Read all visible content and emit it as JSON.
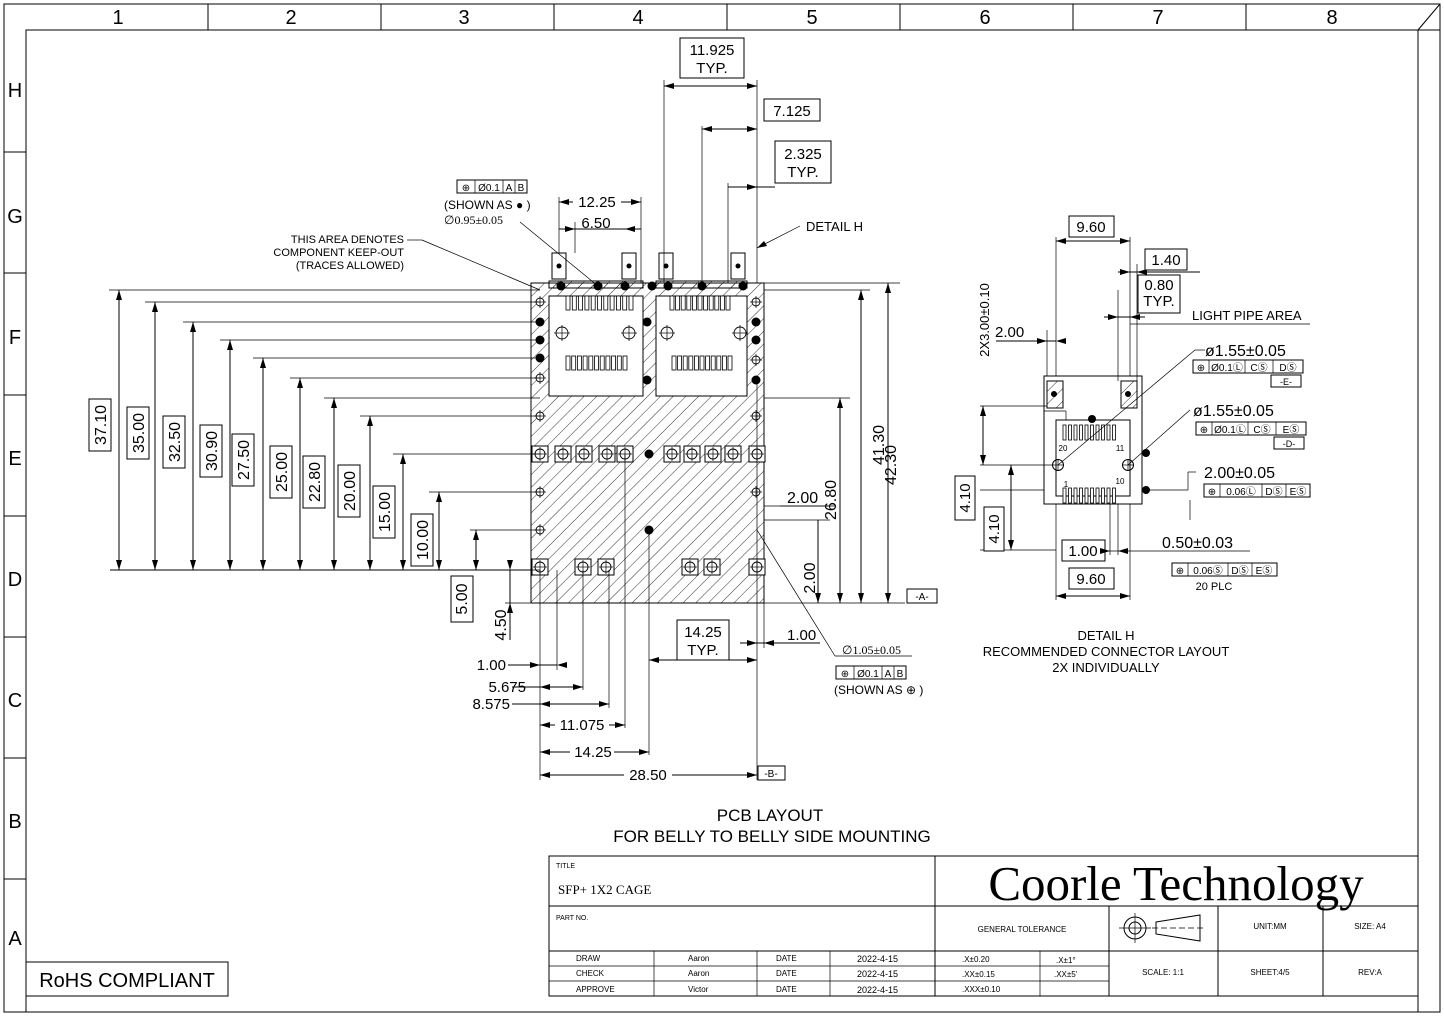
{
  "zones": {
    "columns": [
      "1",
      "2",
      "3",
      "4",
      "5",
      "6",
      "7",
      "8"
    ],
    "rows": [
      "H",
      "G",
      "F",
      "E",
      "D",
      "C",
      "B",
      "A"
    ]
  },
  "left_view": {
    "top_dims": [
      "11.925",
      "TYP.",
      "7.125",
      "2.325",
      "TYP.",
      "12.25",
      "6.50"
    ],
    "detail_label": "DETAIL H",
    "hole_callout": {
      "fcf": [
        "⊕",
        "Ø0.1",
        "A",
        "B"
      ],
      "shown_as": "(SHOWN AS ● )",
      "dia": "∅0.95±0.05"
    },
    "keepout_note": [
      "THIS AREA DENOTES",
      "COMPONENT KEEP-OUT",
      "(TRACES ALLOWED)"
    ],
    "left_dims": [
      "37.10",
      "35.00",
      "32.50",
      "30.90",
      "27.50",
      "25.00",
      "22.80",
      "20.00",
      "15.00",
      "10.00",
      "5.00",
      "4.50"
    ],
    "right_dims": [
      "41.30",
      "42.30",
      "26.80",
      "2.00",
      "2.00"
    ],
    "datum_a": "-A-",
    "datum_b": "-B-",
    "bottom_dims": [
      "1.00",
      "5.675",
      "8.575",
      "11.075",
      "14.25",
      "28.50"
    ],
    "typ_box": [
      "14.25",
      "TYP."
    ],
    "right_1_00": "1.00",
    "hole_callout2": {
      "dia": "∅1.05±0.05",
      "fcf": [
        "⊕",
        "Ø0.1",
        "A",
        "B"
      ],
      "shown_as": "(SHOWN AS ⊕ )"
    },
    "caption": [
      "PCB LAYOUT",
      "FOR BELLY TO BELLY SIDE MOUNTING"
    ]
  },
  "detail_view": {
    "dims": [
      "9.60",
      "1.40",
      "0.80",
      "TYP.",
      "2X3.00±0.10",
      "2.00",
      "4.10",
      "4.10",
      "1.00",
      "9.60",
      "0.50±0.03"
    ],
    "light_pipe": "LIGHT PIPE AREA",
    "d1": {
      "dia": "ø1.55±0.05",
      "fcf": [
        "⊕",
        "Ø0.1Ⓛ",
        "CⓈ",
        "DⓈ"
      ],
      "datum": "-E-"
    },
    "d2": {
      "dia": "ø1.55±0.05",
      "fcf": [
        "⊕",
        "Ø0.1Ⓛ",
        "CⓈ",
        "EⓈ"
      ],
      "datum": "-D-"
    },
    "d3": {
      "dia": "2.00±0.05",
      "fcf": [
        "⊕",
        "0.06Ⓛ",
        "DⓈ",
        "EⓈ"
      ]
    },
    "pins_fcf": [
      "⊕",
      "0.06Ⓢ",
      "DⓈ",
      "EⓈ"
    ],
    "pins_note": "20 PLC",
    "pin_labels": [
      "20",
      "11",
      "1",
      "10"
    ],
    "caption": [
      "DETAIL H",
      "RECOMMENDED CONNECTOR LAYOUT",
      "2X INDIVIDUALLY"
    ]
  },
  "rohs": "RoHS COMPLIANT",
  "title_block": {
    "title_label": "TITLE",
    "title": "SFP+ 1X2 CAGE",
    "company": "Coorle Technology",
    "part_label": "PART NO.",
    "general_tolerance": "GENERAL TOLERANCE",
    "unit": "UNIT:MM",
    "size": "SIZE: A4",
    "scale": "SCALE: 1:1",
    "sheet": "SHEET:4/5",
    "rev": "REV:A",
    "rows": [
      {
        "role": "DRAW",
        "name": "Aaron",
        "date_label": "DATE",
        "date": "2022-4-15",
        "tol1": ".X±0.20",
        "tol2": ".X±1°"
      },
      {
        "role": "CHECK",
        "name": "Aaron",
        "date_label": "DATE",
        "date": "2022-4-15",
        "tol1": ".XX±0.15",
        "tol2": ".XX±5'"
      },
      {
        "role": "APPROVE",
        "name": "Victor",
        "date_label": "DATE",
        "date": "2022-4-15",
        "tol1": ".XXX±0.10",
        "tol2": ""
      }
    ]
  }
}
